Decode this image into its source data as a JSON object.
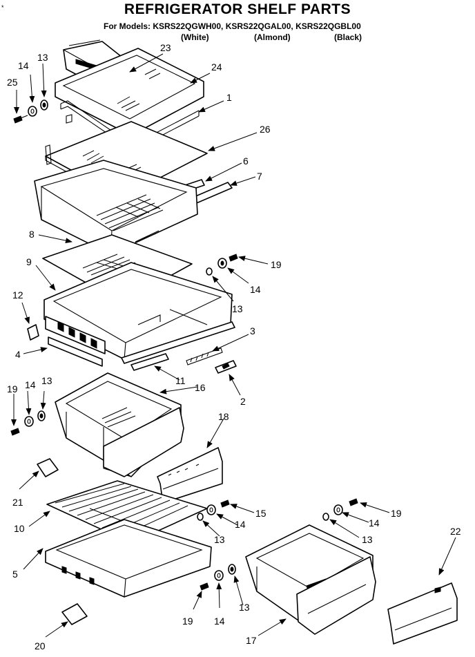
{
  "title": "REFRIGERATOR SHELF PARTS",
  "subtitle": "For Models: KSRS22QGWH00, KSRS22QGAL00, KSRS22QGBL00",
  "colors": [
    {
      "label": "(White)"
    },
    {
      "label": "(Almond)"
    },
    {
      "label": "(Black)"
    }
  ],
  "corner_mark": "*",
  "callouts": [
    {
      "id": "c23",
      "label": "23"
    },
    {
      "id": "c24",
      "label": "24"
    },
    {
      "id": "c14a",
      "label": "14"
    },
    {
      "id": "c13a",
      "label": "13"
    },
    {
      "id": "c25",
      "label": "25"
    },
    {
      "id": "c1",
      "label": "1"
    },
    {
      "id": "c26",
      "label": "26"
    },
    {
      "id": "c6",
      "label": "6"
    },
    {
      "id": "c7",
      "label": "7"
    },
    {
      "id": "c8",
      "label": "8"
    },
    {
      "id": "c9",
      "label": "9"
    },
    {
      "id": "c19a",
      "label": "19"
    },
    {
      "id": "c14b",
      "label": "14"
    },
    {
      "id": "c13b",
      "label": "13"
    },
    {
      "id": "c12",
      "label": "12"
    },
    {
      "id": "c3",
      "label": "3"
    },
    {
      "id": "c4",
      "label": "4"
    },
    {
      "id": "c11",
      "label": "11"
    },
    {
      "id": "c2",
      "label": "2"
    },
    {
      "id": "c19b",
      "label": "19"
    },
    {
      "id": "c14c",
      "label": "14"
    },
    {
      "id": "c13c",
      "label": "13"
    },
    {
      "id": "c16",
      "label": "16"
    },
    {
      "id": "c18",
      "label": "18"
    },
    {
      "id": "c21",
      "label": "21"
    },
    {
      "id": "c15",
      "label": "15"
    },
    {
      "id": "c14d",
      "label": "14"
    },
    {
      "id": "c19c",
      "label": "19"
    },
    {
      "id": "c14e",
      "label": "14"
    },
    {
      "id": "c13d",
      "label": "13"
    },
    {
      "id": "c13e",
      "label": "13"
    },
    {
      "id": "c22",
      "label": "22"
    },
    {
      "id": "c10",
      "label": "10"
    },
    {
      "id": "c5",
      "label": "5"
    },
    {
      "id": "c19d",
      "label": "19"
    },
    {
      "id": "c14f",
      "label": "14"
    },
    {
      "id": "c13f",
      "label": "13"
    },
    {
      "id": "c20",
      "label": "20"
    },
    {
      "id": "c17",
      "label": "17"
    }
  ]
}
